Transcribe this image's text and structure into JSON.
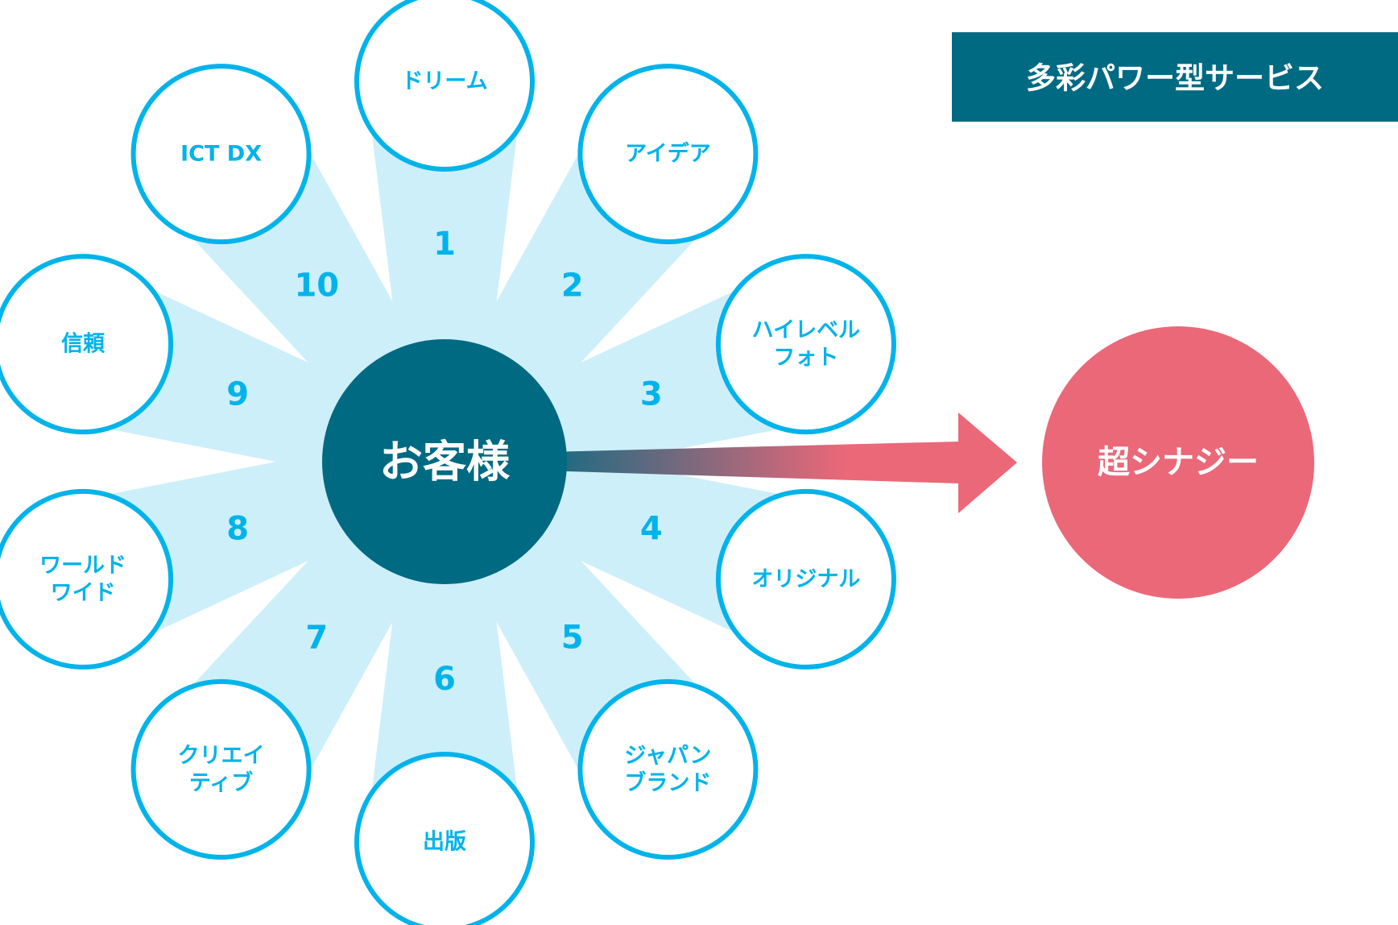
{
  "title": "多彩パワー型サービス",
  "center": {
    "label": "お客様"
  },
  "result": {
    "label": "超シナジー"
  },
  "services": [
    {
      "number": "1",
      "lines": [
        "ドリーム"
      ]
    },
    {
      "number": "2",
      "lines": [
        "アイデア"
      ]
    },
    {
      "number": "3",
      "lines": [
        "ハイレベル",
        "フォト"
      ]
    },
    {
      "number": "4",
      "lines": [
        "オリジナル"
      ]
    },
    {
      "number": "5",
      "lines": [
        "ジャパン",
        "ブランド"
      ]
    },
    {
      "number": "6",
      "lines": [
        "出版"
      ]
    },
    {
      "number": "7",
      "lines": [
        "クリエイ",
        "ティブ"
      ]
    },
    {
      "number": "8",
      "lines": [
        "ワールド",
        "ワイド"
      ]
    },
    {
      "number": "9",
      "lines": [
        "信頼"
      ]
    },
    {
      "number": "10",
      "lines": [
        "ICT DX"
      ]
    }
  ],
  "colors": {
    "accent_blue": "#00b3ea",
    "wedge": "#cdeffa",
    "center": "#006a83",
    "result": "#eb6878",
    "title_bg": "#006a83",
    "title_text": "#ffffff"
  }
}
